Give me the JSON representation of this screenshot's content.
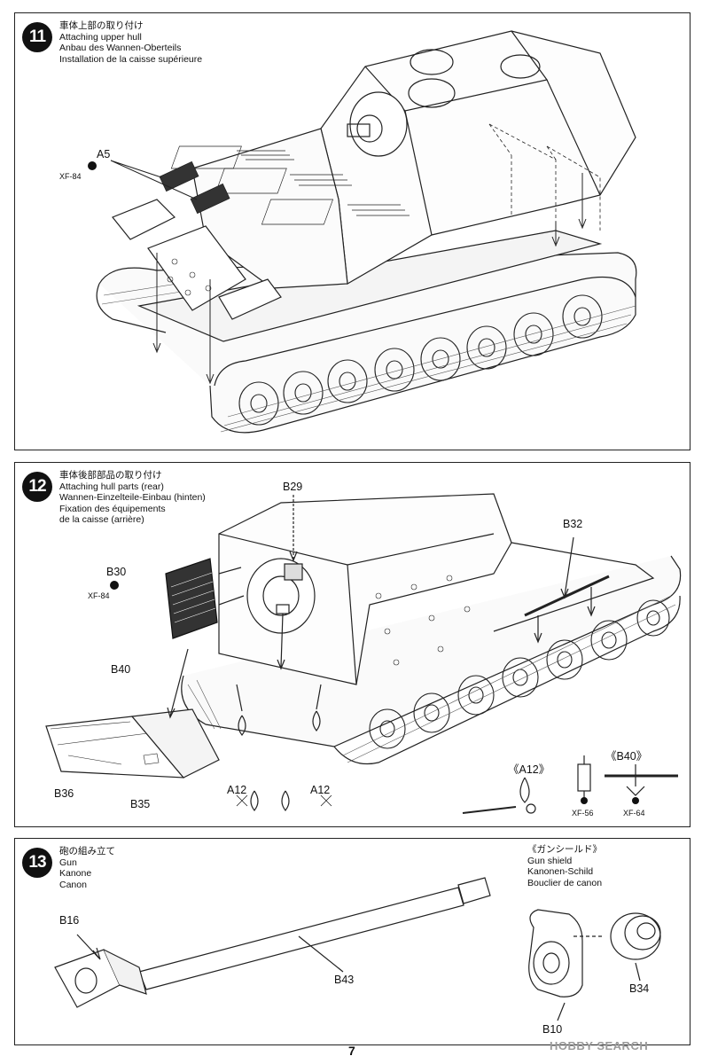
{
  "steps": [
    {
      "number": "11",
      "title_jp": "車体上部の取り付け",
      "title_en": "Attaching upper hull",
      "title_de": "Anbau des Wannen-Oberteils",
      "title_fr": "Installation de la caisse supérieure",
      "parts": {
        "a5": "A5",
        "paint": "XF-84"
      }
    },
    {
      "number": "12",
      "title_jp": "車体後部部品の取り付け",
      "title_en": "Attaching hull parts (rear)",
      "title_de": "Wannen-Einzelteile-Einbau (hinten)",
      "title_fr1": "Fixation des équipements",
      "title_fr2": "de la caisse (arrière)",
      "parts": {
        "b29": "B29",
        "b30": "B30",
        "paint_b30": "XF-84",
        "b32": "B32",
        "b40": "B40",
        "b36": "B36",
        "b35": "B35",
        "a12_left": "A12",
        "a12_right": "A12",
        "inset_a12": "《A12》",
        "inset_b40": "《B40》",
        "paint_1": "XF-56",
        "paint_2": "XF-64"
      }
    },
    {
      "number": "13",
      "title_jp": "砲の組み立て",
      "title_en": "Gun",
      "title_de": "Kanone",
      "title_fr": "Canon",
      "shield_jp": "《ガンシールド》",
      "shield_en": "Gun shield",
      "shield_de": "Kanonen-Schild",
      "shield_fr": "Bouclier de canon",
      "parts": {
        "b16": "B16",
        "b43": "B43",
        "b10": "B10",
        "b34": "B34"
      }
    }
  ],
  "page_number": "7",
  "watermark": "HOBBY SEARCH"
}
